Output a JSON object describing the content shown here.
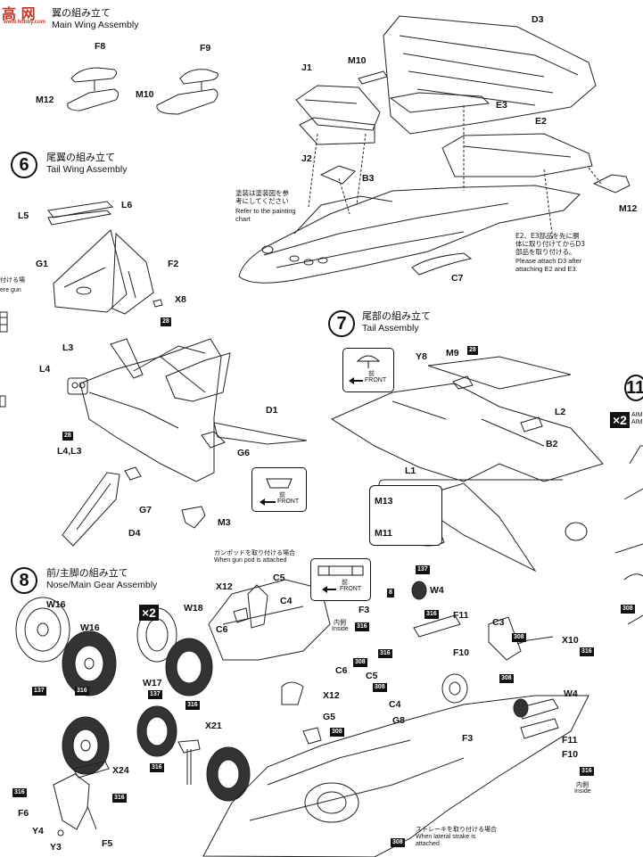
{
  "watermark": {
    "chars": "高 网",
    "url": "www.hobby.com"
  },
  "sections": {
    "main_wing": {
      "jp": "翼の組み立て",
      "en": "Main Wing Assembly"
    },
    "tail_wing": {
      "num": "6",
      "jp": "尾翼の組み立て",
      "en": "Tail Wing Assembly"
    },
    "tail_part": {
      "num": "7",
      "jp": "尾部の組み立て",
      "en": "Tail Assembly"
    },
    "gear": {
      "num": "8",
      "jp": "前/主脚の組み立て",
      "en": "Nose/Main Gear Assembly"
    },
    "step11": {
      "num": "11"
    }
  },
  "multipliers": {
    "gear": "×2",
    "right": "×2"
  },
  "notes": {
    "painting_jp": "塗装は塗装図を参\n考にしてください",
    "painting_en": "Refer to the painting\nchart",
    "attach_jp": "E2、E3部品を先に胴\n体に取り付けてからD3\n部品を取り付ける。",
    "attach_en": "Please attach D3 after\nattaching E2 and E3.",
    "gunpod_jp": "ガンポッドを取り付ける場合",
    "gunpod_en": "When gun pod is attached",
    "strake_jp": "ストレーキを取り付ける場合",
    "strake_en": "When lateral strake is\nattached",
    "inside_jp": "内側",
    "inside_en": "Inside",
    "right_edge": "AIM\nAIM",
    "left_jp": "付ける場",
    "left_en": "ere gun"
  },
  "front": {
    "jp": "前",
    "en": "FRONT"
  },
  "paint_codes": {
    "c28": "28",
    "c137": "137",
    "c316": "316",
    "c308": "308",
    "c8": "8"
  },
  "parts": {
    "F8": "F8",
    "F9": "F9",
    "M12": "M12",
    "M10": "M10",
    "J1": "J1",
    "J2": "J2",
    "D3": "D3",
    "E3": "E3",
    "E2": "E2",
    "B3": "B3",
    "C7": "C7",
    "L5": "L5",
    "L6": "L6",
    "G1": "G1",
    "F2": "F2",
    "X8": "X8",
    "L3": "L3",
    "L4": "L4",
    "L4L3": "L4,L3",
    "D1": "D1",
    "G6": "G6",
    "G7": "G7",
    "M3": "M3",
    "D4": "D4",
    "Y8": "Y8",
    "M9": "M9",
    "L2": "L2",
    "B2": "B2",
    "L1": "L1",
    "M13": "M13",
    "M11": "M11",
    "W16": "W16",
    "W18": "W18",
    "W17": "W17",
    "X21": "X21",
    "X24": "X24",
    "F6": "F6",
    "Y4": "Y4",
    "Y3": "Y3",
    "F5": "F5",
    "C5": "C5",
    "C4": "C4",
    "X12": "X12",
    "C6": "C6",
    "F3": "F3",
    "W4": "W4",
    "F11": "F11",
    "F10": "F10",
    "C3": "C3",
    "X10": "X10",
    "G5": "G5",
    "G8": "G8"
  }
}
